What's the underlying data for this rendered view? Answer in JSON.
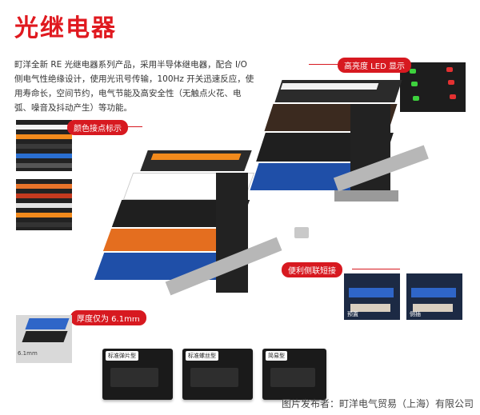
{
  "title": "光继电器",
  "intro": "町洋全新 RE 光继电器系列产品，采用半导体继电器，配合 I/O 侧电气性绝缘设计，使用光讯号传输，100Hz 开关迅速反应，使用寿命长，空间节约，电气节能及高安全性（无触点火花、电弧、噪音及抖动产生）等功能。",
  "callouts": {
    "led": "高亮度 LED 显示",
    "color": "颜色接点标示",
    "thickness": "厚度仅为 6.1mm",
    "jumper": "便利侧联短接"
  },
  "dimension_label": "6.1mm",
  "jumper_thumbs": {
    "left": "预置",
    "right": "侧插"
  },
  "products": [
    {
      "label": "标准弹片型"
    },
    {
      "label": "标准螺丝型"
    },
    {
      "label": "简易型"
    }
  ],
  "footer": "图片发布者：町洋电气贸易（上海）有限公司",
  "colors": {
    "accent": "#d71920"
  }
}
